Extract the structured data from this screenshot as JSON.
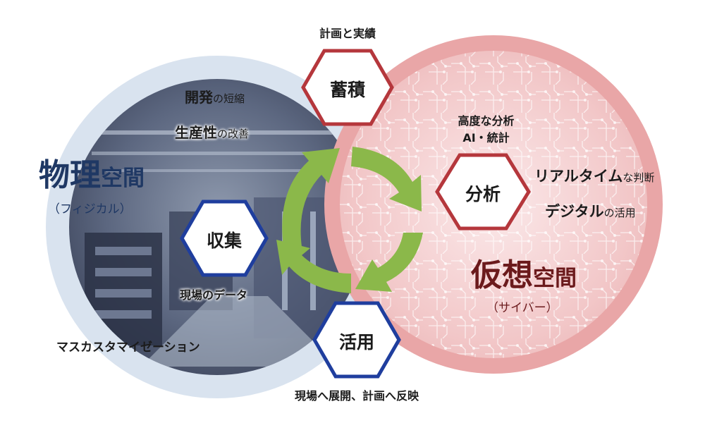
{
  "colors": {
    "physical_ring": "#d9e3ef",
    "cyber_ring": "#e9a6a7",
    "blue_hex_border": "#1f3e9e",
    "red_hex_border": "#b5373c",
    "arrow": "#8bb84a",
    "physical_title": "#1f3864",
    "cyber_title": "#6b1a1c"
  },
  "physical": {
    "title_main": "物理",
    "title_sub": "空間",
    "reading": "（フィジカル）",
    "item1_bold": "開発",
    "item1_rest": "の短縮",
    "item2_bold": "生産性",
    "item2_rest": "の改善",
    "bottom_text": "マスカスタマイゼーション",
    "hex_label": "収集",
    "data_caption": "現場のデータ"
  },
  "cyber": {
    "title_main": "仮想",
    "title_sub": "空間",
    "reading": "（サイバー）",
    "analysis_caption_line1": "高度な分析",
    "analysis_caption_line2": "AI・統計",
    "item1_bold": "リアルタイム",
    "item1_rest": "な判断",
    "item2_bold": "デジタル",
    "item2_rest": "の活用",
    "hex_label": "分析"
  },
  "cycle": {
    "top_caption": "計画と実績",
    "top_hex": "蓄積",
    "bottom_hex": "活用",
    "bottom_caption": "現場へ展開、計画へ反映"
  }
}
